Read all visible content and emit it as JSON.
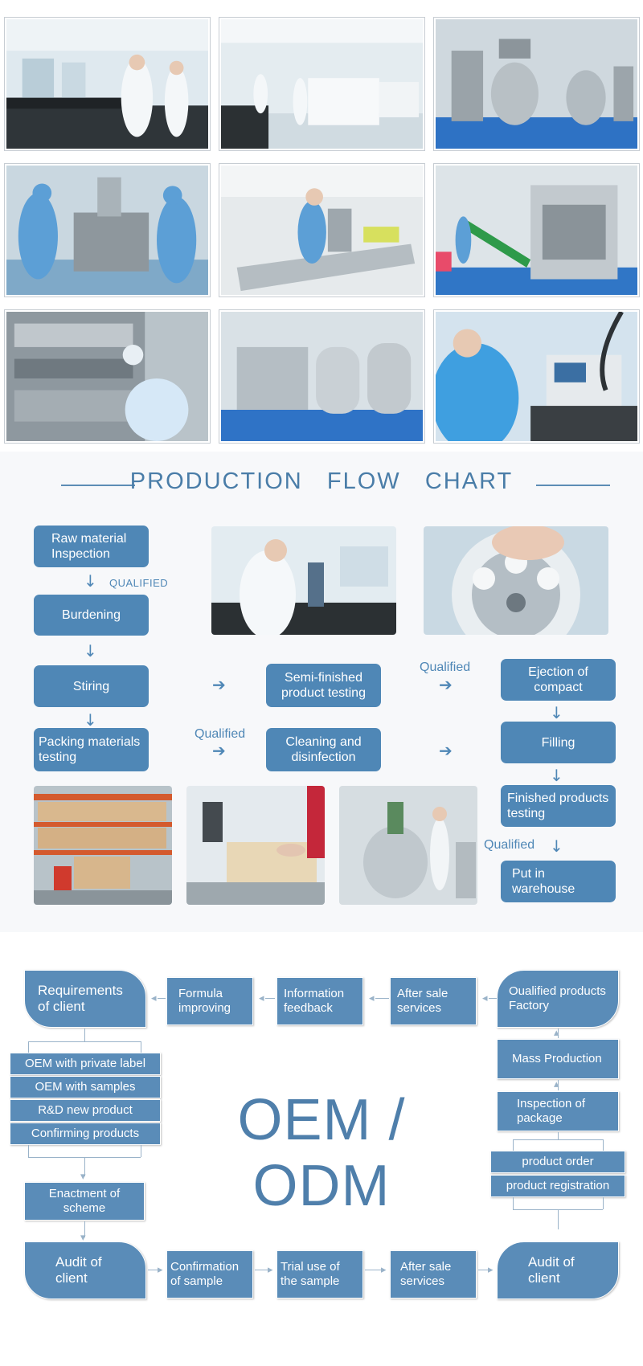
{
  "photos": [
    {
      "name": "photo-lab-technicians",
      "scene": "lab"
    },
    {
      "name": "photo-cleanroom-lab",
      "scene": "lab"
    },
    {
      "name": "photo-emulsifying-mixer",
      "scene": "machine"
    },
    {
      "name": "photo-filling-workers",
      "scene": "workers"
    },
    {
      "name": "photo-filling-conveyor",
      "scene": "machine"
    },
    {
      "name": "photo-packaging-machine",
      "scene": "machine"
    },
    {
      "name": "photo-sachet-packer",
      "scene": "workers"
    },
    {
      "name": "photo-water-tanks",
      "scene": "tanks"
    },
    {
      "name": "photo-coding-machine",
      "scene": "workers"
    }
  ],
  "flow": {
    "title": "PRODUCTION   FLOW   CHART",
    "boxes": {
      "raw_material": "Raw material Inspection",
      "burdening": "Burdening",
      "stiring": "Stiring",
      "packing_materials": "Packing materials testing",
      "semi_finished": "Semi-finished product testing",
      "cleaning": "Cleaning and disinfection",
      "ejection": "Ejection of compact",
      "filling": "Filling",
      "finished": "Finished products testing",
      "warehouse": "Put in warehouse"
    },
    "labels": {
      "qualified_caps": "QUALIFIED",
      "qualified_1": "Qualified",
      "qualified_2": "Qualified",
      "qualified_3": "Qualified"
    }
  },
  "oem": {
    "title": "OEM / ODM",
    "top_row": {
      "requirements": "Requirements of client",
      "formula": "Formula improving",
      "information": "Information feedback",
      "after_sale": "After sale services",
      "qualified_factory": "Oualified products Factory"
    },
    "options": [
      "OEM with private label",
      "OEM with samples",
      "R&D new product",
      "Confirming products"
    ],
    "enactment": "Enactment of scheme",
    "right_col": {
      "mass_production": "Mass Production",
      "inspection": "Inspection of package",
      "product_order": "product order",
      "product_registration": "product registration"
    },
    "bottom_row": {
      "audit_left": "Audit of client",
      "confirmation": "Confirmation of sample",
      "trial": "Trial use of the sample",
      "after_sale": "After sale services",
      "audit_right": "Audit of client"
    }
  },
  "colors": {
    "accent": "#4f87b6",
    "title": "#4a7da8",
    "connector": "#9ab3c9"
  }
}
